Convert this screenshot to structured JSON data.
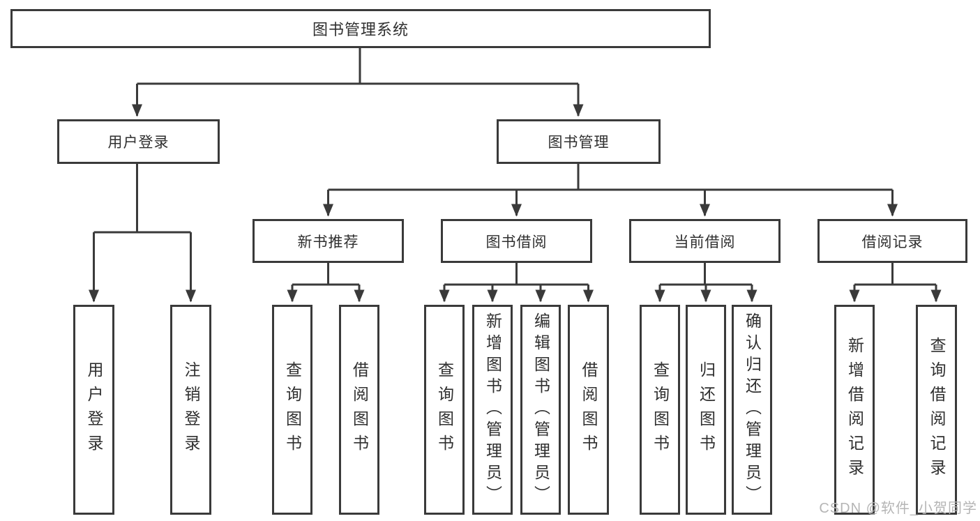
{
  "diagram": {
    "root": "图书管理系统",
    "level2": [
      "用户登录",
      "图书管理"
    ],
    "level3": [
      "新书推荐",
      "图书借阅",
      "当前借阅",
      "借阅记录"
    ],
    "leaves": {
      "user_login": [
        "用户登录",
        "注销登录"
      ],
      "new_book": [
        "查询图书",
        "借阅图书"
      ],
      "book_borrow": [
        "查询图书",
        "新增图书（管理员）",
        "编辑图书（管理员）",
        "借阅图书"
      ],
      "current_borrow": [
        "查询图书",
        "归还图书",
        "确认归还（管理员）"
      ],
      "borrow_record": [
        "新增借阅记录",
        "查询借阅记录"
      ]
    }
  },
  "watermark": "CSDN @软件_小贺同学",
  "colors": {
    "line": "#3a3a3a",
    "text": "#2f2f2f",
    "watermark": "#b5b5b5",
    "background": "#ffffff"
  }
}
